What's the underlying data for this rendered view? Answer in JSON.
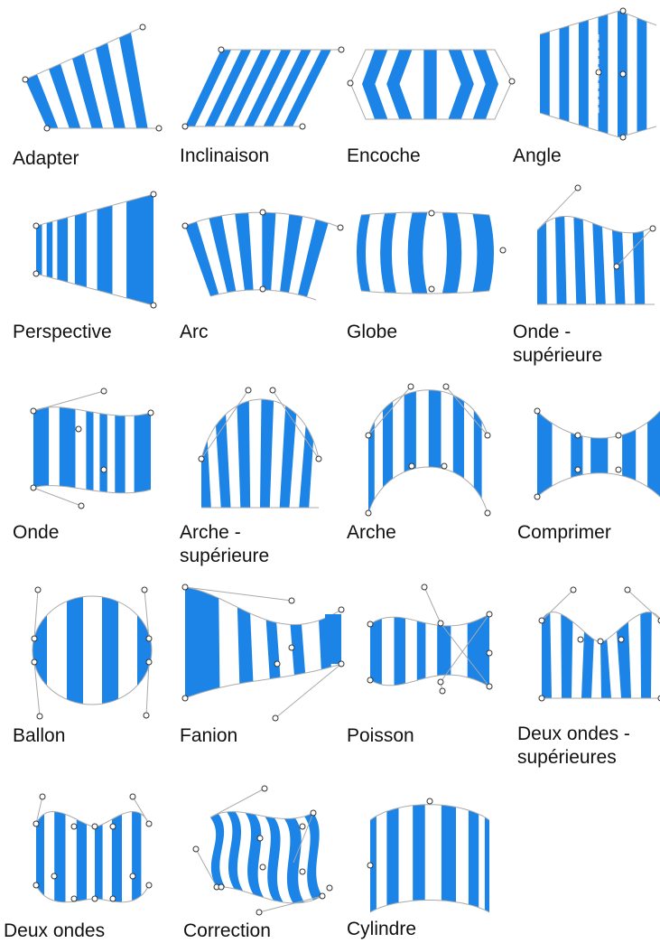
{
  "colors": {
    "stripe": "#1b84e6",
    "outline": "#aaaaaa",
    "handle": "#333333"
  },
  "items": [
    {
      "id": "adapter",
      "label": "Adapter"
    },
    {
      "id": "inclinaison",
      "label": "Inclinaison"
    },
    {
      "id": "encoche",
      "label": "Encoche"
    },
    {
      "id": "angle",
      "label": "Angle"
    },
    {
      "id": "perspective",
      "label": "Perspective"
    },
    {
      "id": "arc",
      "label": "Arc"
    },
    {
      "id": "globe",
      "label": "Globe"
    },
    {
      "id": "onde-superieure",
      "label": "Onde -\nsupérieure"
    },
    {
      "id": "onde",
      "label": "Onde"
    },
    {
      "id": "arche-superieure",
      "label": "Arche -\nsupérieure"
    },
    {
      "id": "arche",
      "label": "Arche"
    },
    {
      "id": "comprimer",
      "label": "Comprimer"
    },
    {
      "id": "ballon",
      "label": "Ballon"
    },
    {
      "id": "fanion",
      "label": "Fanion"
    },
    {
      "id": "poisson",
      "label": "Poisson"
    },
    {
      "id": "deux-ondes-superieures",
      "label": "Deux ondes -\nsupérieures"
    },
    {
      "id": "deux-ondes",
      "label": "Deux ondes"
    },
    {
      "id": "correction",
      "label": "Correction"
    },
    {
      "id": "cylindre",
      "label": "Cylindre"
    }
  ]
}
